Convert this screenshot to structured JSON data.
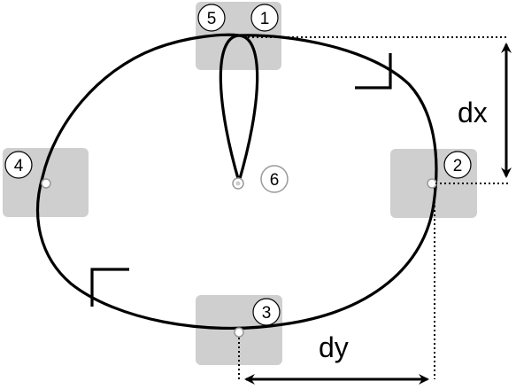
{
  "colors": {
    "background": "#ffffff",
    "box_fill": "#cfcfcf",
    "stroke": "#000000",
    "dotted": "#000000",
    "marker_ring": "#999999"
  },
  "points": [
    {
      "id": "1",
      "label": "1"
    },
    {
      "id": "2",
      "label": "2"
    },
    {
      "id": "3",
      "label": "3"
    },
    {
      "id": "4",
      "label": "4"
    },
    {
      "id": "5",
      "label": "5"
    },
    {
      "id": "6",
      "label": "6"
    }
  ],
  "dimensions": {
    "dx": "dx",
    "dy": "dy"
  },
  "icons": {
    "direction_arrow": "arrow-corner-icon",
    "dimension_arrow": "double-arrow-icon"
  }
}
